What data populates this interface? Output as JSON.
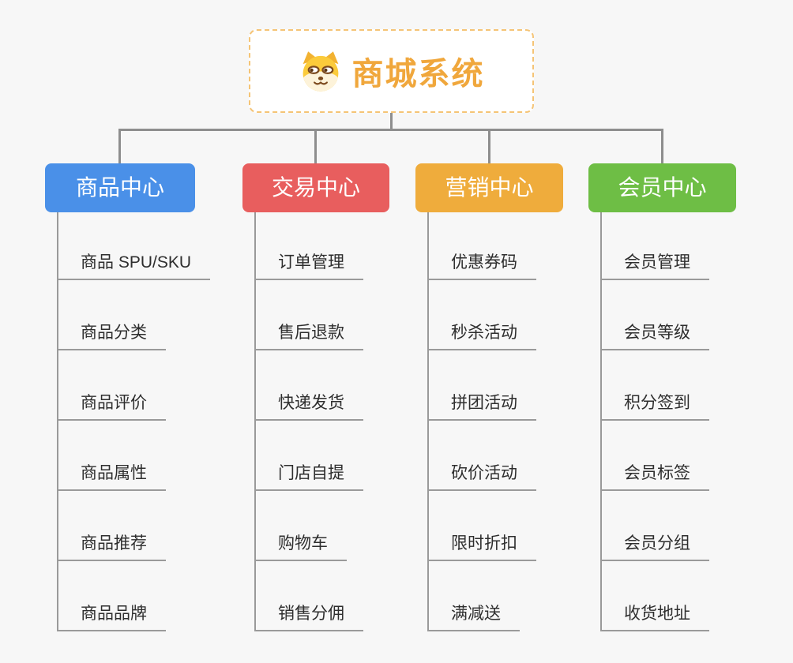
{
  "page": {
    "background_color": "#f7f7f7",
    "connector_color": "#8e8e8e"
  },
  "root": {
    "title": "商城系统",
    "title_color": "#f0a73c",
    "border_color": "#f5c476",
    "icon": "dog-face-icon"
  },
  "branches": [
    {
      "label": "商品中心",
      "color": "#4a90e8",
      "items": [
        "商品 SPU/SKU",
        "商品分类",
        "商品评价",
        "商品属性",
        "商品推荐",
        "商品品牌"
      ]
    },
    {
      "label": "交易中心",
      "color": "#e85e5e",
      "items": [
        "订单管理",
        "售后退款",
        "快递发货",
        "门店自提",
        "购物车",
        "销售分佣"
      ]
    },
    {
      "label": "营销中心",
      "color": "#efac3c",
      "items": [
        "优惠券码",
        "秒杀活动",
        "拼团活动",
        "砍价活动",
        "限时折扣",
        "满减送"
      ]
    },
    {
      "label": "会员中心",
      "color": "#6ebe45",
      "items": [
        "会员管理",
        "会员等级",
        "积分签到",
        "会员标签",
        "会员分组",
        "收货地址"
      ]
    }
  ]
}
